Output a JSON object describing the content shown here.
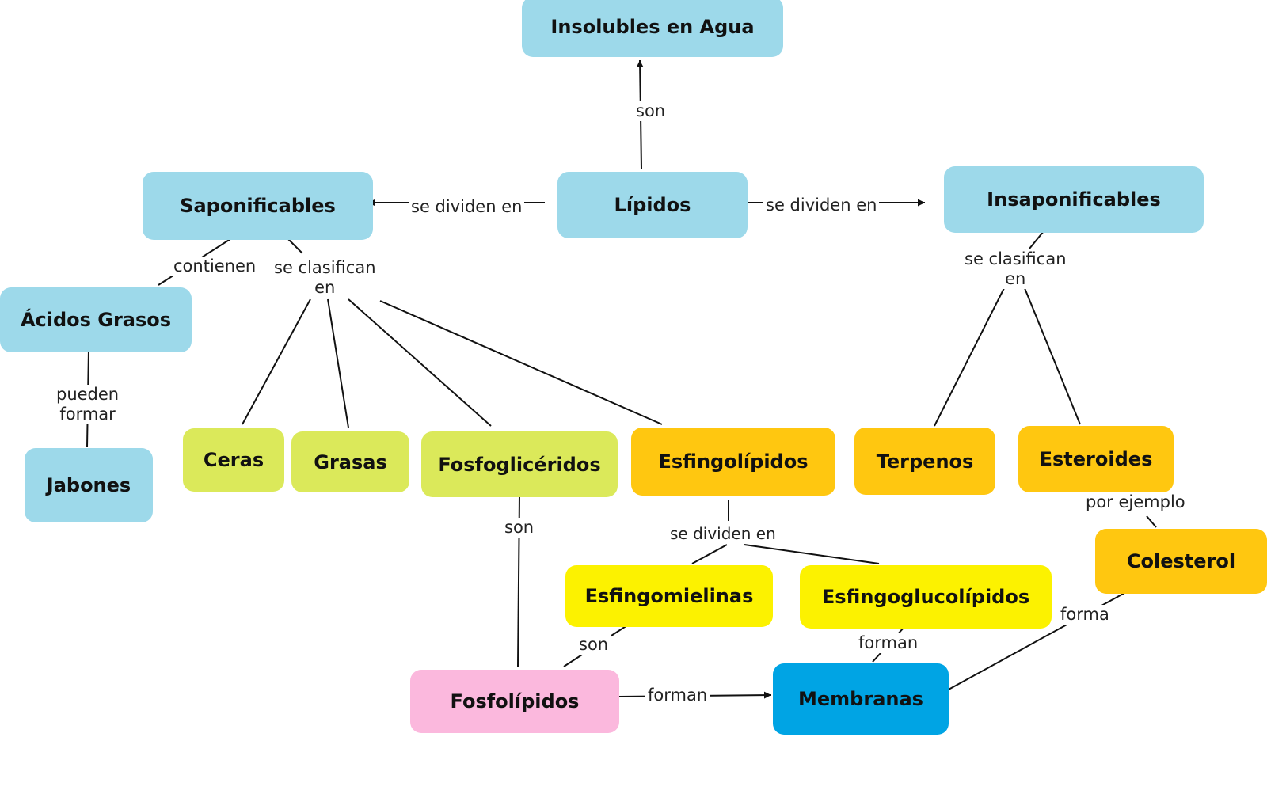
{
  "nodes": {
    "insolubles": "Insolubles en Agua",
    "lipidos": "Lípidos",
    "saponificables": "Saponificables",
    "insaponificables": "Insaponificables",
    "acidos_grasos": "Ácidos Grasos",
    "jabones": "Jabones",
    "ceras": "Ceras",
    "grasas": "Grasas",
    "fosfogliceridos": "Fosfoglicéridos",
    "esfingolipidos": "Esfingolípidos",
    "terpenos": "Terpenos",
    "esteroides": "Esteroides",
    "colesterol": "Colesterol",
    "esfingomielinas": "Esfingomielinas",
    "esfingoglucolipidos": "Esfingoglucolípidos",
    "fosfolipidos": "Fosfolípidos",
    "membranas": "Membranas"
  },
  "links": {
    "son_top": "son",
    "se_dividen_left": "se dividen en",
    "se_dividen_right": "se dividen en",
    "contienen": "contienen",
    "se_clasifican_left": "se clasifican\nen",
    "se_clasifican_right": "se clasifican\nen",
    "pueden_formar": "pueden\nformar",
    "son_fosfo": "son",
    "se_dividen_esfingo": "se dividen en",
    "por_ejemplo": "por ejemplo",
    "son_esfingomielinas": "son",
    "forman_esfingoglu": "forman",
    "forma_colesterol": "forma",
    "forman_fosfolipidos": "forman"
  },
  "colors": {
    "light_blue": "#9dd9ea",
    "lime": "#dbe95a",
    "orange": "#ffc710",
    "yellow": "#fcf200",
    "pink": "#fbb8dd",
    "deep_blue": "#00a4e4",
    "line": "#111111"
  }
}
